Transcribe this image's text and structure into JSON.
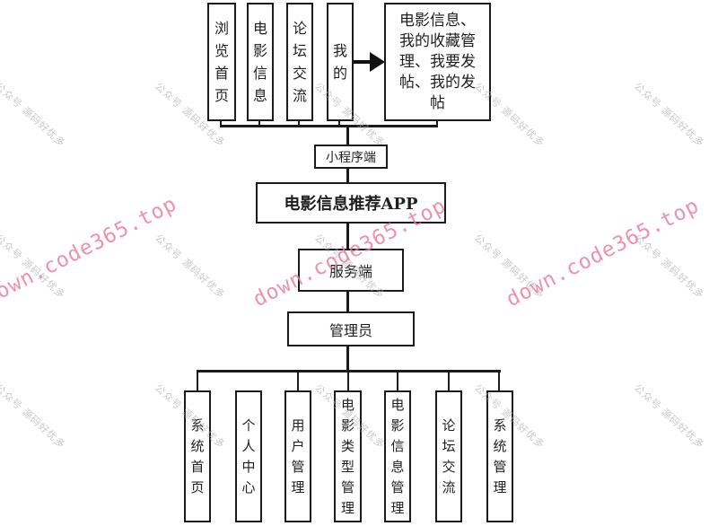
{
  "diagram": {
    "client": {
      "modules": [
        {
          "label": "浏览首页"
        },
        {
          "label": "电影信息"
        },
        {
          "label": "论坛交流"
        },
        {
          "label": "我的"
        }
      ],
      "mine_detail": {
        "label": "电影信息、我的收藏管理、我要发帖、我的发帖"
      }
    },
    "mini_program": {
      "label": "小程序端"
    },
    "app": {
      "label": "电影信息推荐APP"
    },
    "server": {
      "label": "服务端"
    },
    "admin": {
      "label": "管理员"
    },
    "admin_modules": [
      {
        "label": "系统首页"
      },
      {
        "label": "个人中心"
      },
      {
        "label": "用户管理"
      },
      {
        "label": "电影类型管理"
      },
      {
        "label": "电影信息管理"
      },
      {
        "label": "论坛交流"
      },
      {
        "label": "系统管理"
      }
    ]
  },
  "watermarks": {
    "pink_text": "down.code365.top",
    "pink_color": "#ec7a9c",
    "gray_text": "公众号 源码好优多",
    "gray_color": "#a9a9ae"
  }
}
